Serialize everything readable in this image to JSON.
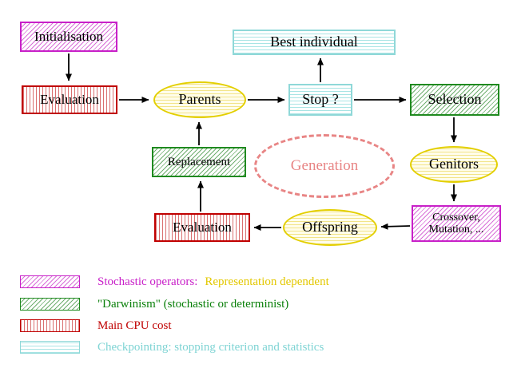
{
  "nodes": {
    "initialisation": "Initialisation",
    "evaluation_top": "Evaluation",
    "parents": "Parents",
    "best_individual": "Best individual",
    "stop": "Stop ?",
    "selection": "Selection",
    "replacement": "Replacement",
    "generation": "Generation",
    "genitors": "Genitors",
    "crossover_line1": "Crossover,",
    "crossover_line2": "Mutation, ...",
    "offspring": "Offspring",
    "evaluation_bottom": "Evaluation"
  },
  "legend": [
    {
      "label1": "Stochastic operators:",
      "label2": "Representation dependent"
    },
    {
      "label1": "\"Darwinism\" (stochastic or determinist)"
    },
    {
      "label1": "Main CPU cost"
    },
    {
      "label1": "Checkpointing: stopping criterion and statistics"
    }
  ],
  "colors": {
    "magenta": "#c820c8",
    "green": "#0a800a",
    "red": "#c00000",
    "cyan": "#8fd8d8",
    "yellow_border": "#e3cf00",
    "yellow_text": "#e3c800",
    "salmon": "#e88585",
    "arrow": "#000000"
  }
}
